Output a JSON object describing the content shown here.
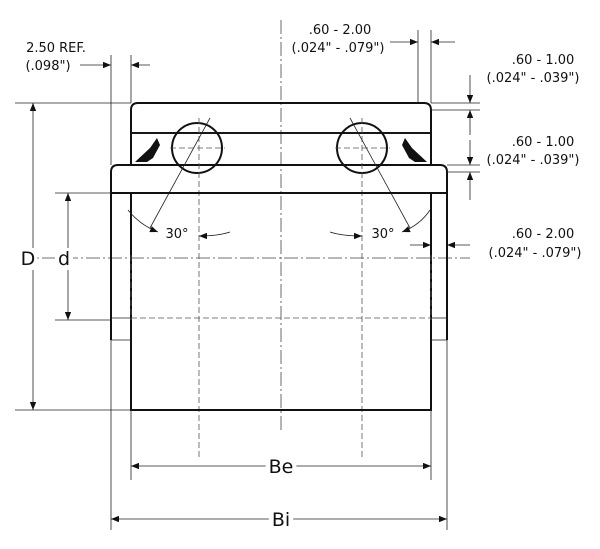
{
  "labels": {
    "ref_top": "2.50 REF.",
    "ref_bottom": "(.098\")",
    "top_range": ".60 - 2.00",
    "top_range_in": "(.024\" - .079\")",
    "right1_range": ".60 - 1.00",
    "right1_range_in": "(.024\" - .039\")",
    "right2_range": ".60 - 1.00",
    "right2_range_in": "(.024\" - .039\")",
    "right3_range": ".60 - 2.00",
    "right3_range_in": "(.024\" - .079\")",
    "angle_left": "30°",
    "angle_right": "30°",
    "D": "D",
    "d": "d",
    "Be": "Be",
    "Bi": "Bi"
  }
}
